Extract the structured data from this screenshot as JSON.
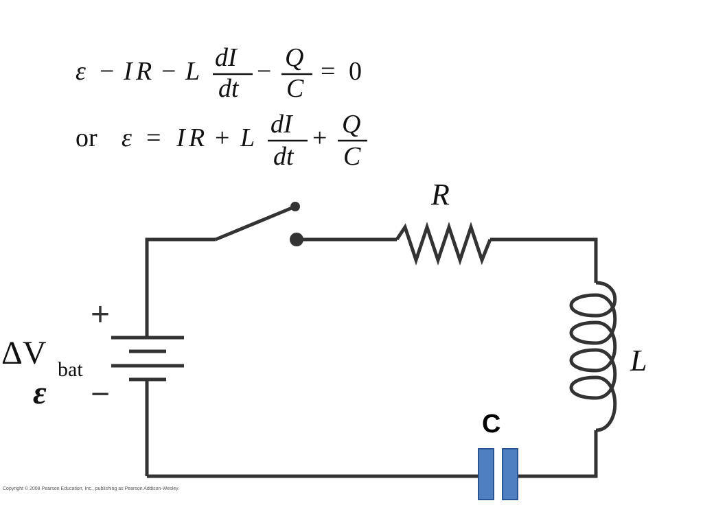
{
  "equations": {
    "line1": {
      "emf": "ε",
      "minus": "−",
      "I": "I",
      "R": "R",
      "L": "L",
      "dI": "dI",
      "dt": "dt",
      "Q": "Q",
      "C": "C",
      "equals": "=",
      "zero": "0"
    },
    "line2": {
      "or": "or",
      "emf": "ε",
      "equals": "=",
      "I": "I",
      "R": "R",
      "plus": "+",
      "L": "L",
      "dI": "dI",
      "dt": "dt",
      "Q": "Q",
      "C": "C"
    }
  },
  "labels": {
    "resistor": "R",
    "inductor": "L",
    "capacitor": "C",
    "battery_delta_v": "ΔV",
    "battery_subscript": "bat",
    "battery_emf": "ε",
    "plus": "+",
    "minus": "−"
  },
  "copyright": "Copyright © 2008 Pearson Education, Inc., publishing as Pearson Addison-Wesley.",
  "colors": {
    "wire": "#333333",
    "capacitor_plate": "#4f7fc0",
    "text": "#111111"
  }
}
